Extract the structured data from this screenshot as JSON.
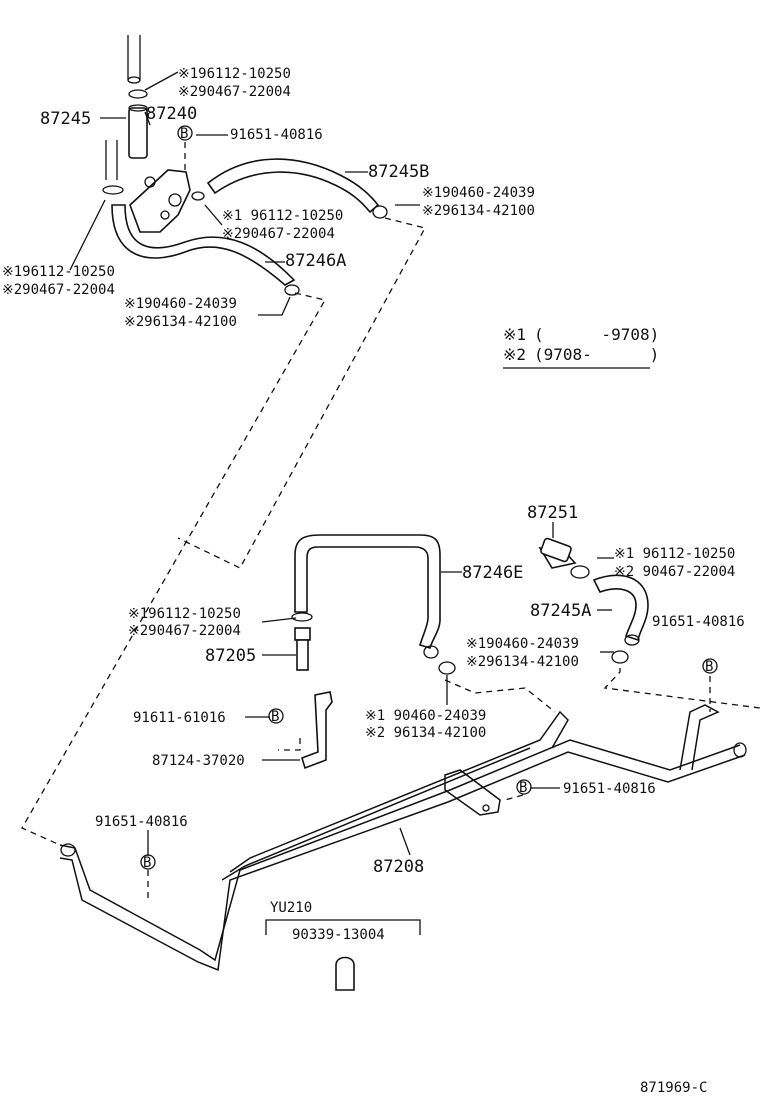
{
  "diagram_code": "871969-C",
  "legend": {
    "note1_mark": "※1",
    "note1_range": "(      -9708)",
    "note2_mark": "※2",
    "note2_range": "(9708-      )"
  },
  "parts": {
    "p87245": "87245",
    "p87240": "87240",
    "p87245B": "87245B",
    "p87246A": "87246A",
    "p87251": "87251",
    "p87246E": "87246E",
    "p87245A": "87245A",
    "p87205": "87205",
    "p87208": "87208"
  },
  "clamp_labels": {
    "top_a1": "※196112-10250",
    "top_a2": "※290467-22004",
    "bolt_top": "91651-40816",
    "mid_b1": "※190460-24039",
    "mid_b2": "※296134-42100",
    "mid_c1": "※1 96112-10250",
    "mid_c2": "※290467-22004",
    "left_d1": "※196112-10250",
    "left_d2": "※290467-22004",
    "low_e1": "※190460-24039",
    "low_e2": "※296134-42100",
    "r_f1": "※1 96112-10250",
    "r_f2": "※2 90467-22004",
    "r_bolt": "91651-40816",
    "r_g1": "※190460-24039",
    "r_g2": "※296134-42100",
    "c_h1": "※196112-10250",
    "c_h2": "※290467-22004",
    "c_i1": "※1 90460-24039",
    "c_i2": "※2 96134-42100",
    "bolt_91611": "91611-61016",
    "bracket_87124": "87124-37020",
    "bolt_center": "91651-40816",
    "bolt_left": "91651-40816"
  },
  "bolt_marker": "B",
  "option_box": {
    "model": "YU210",
    "part": "90339-13004"
  }
}
